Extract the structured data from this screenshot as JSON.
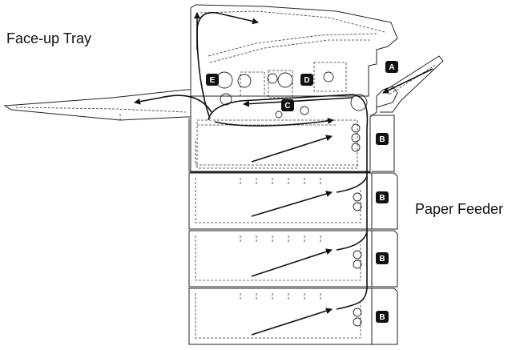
{
  "labels": {
    "face_up_tray": "Face-up Tray",
    "paper_feeder": "Paper Feeder"
  },
  "badges": {
    "a": "A",
    "b1": "B",
    "b2": "B",
    "b3": "B",
    "b4": "B",
    "c": "C",
    "d": "D",
    "e": "E"
  },
  "colors": {
    "line": "#111111",
    "badge_fill": "#111111",
    "badge_text": "#ffffff",
    "background": "#ffffff"
  }
}
